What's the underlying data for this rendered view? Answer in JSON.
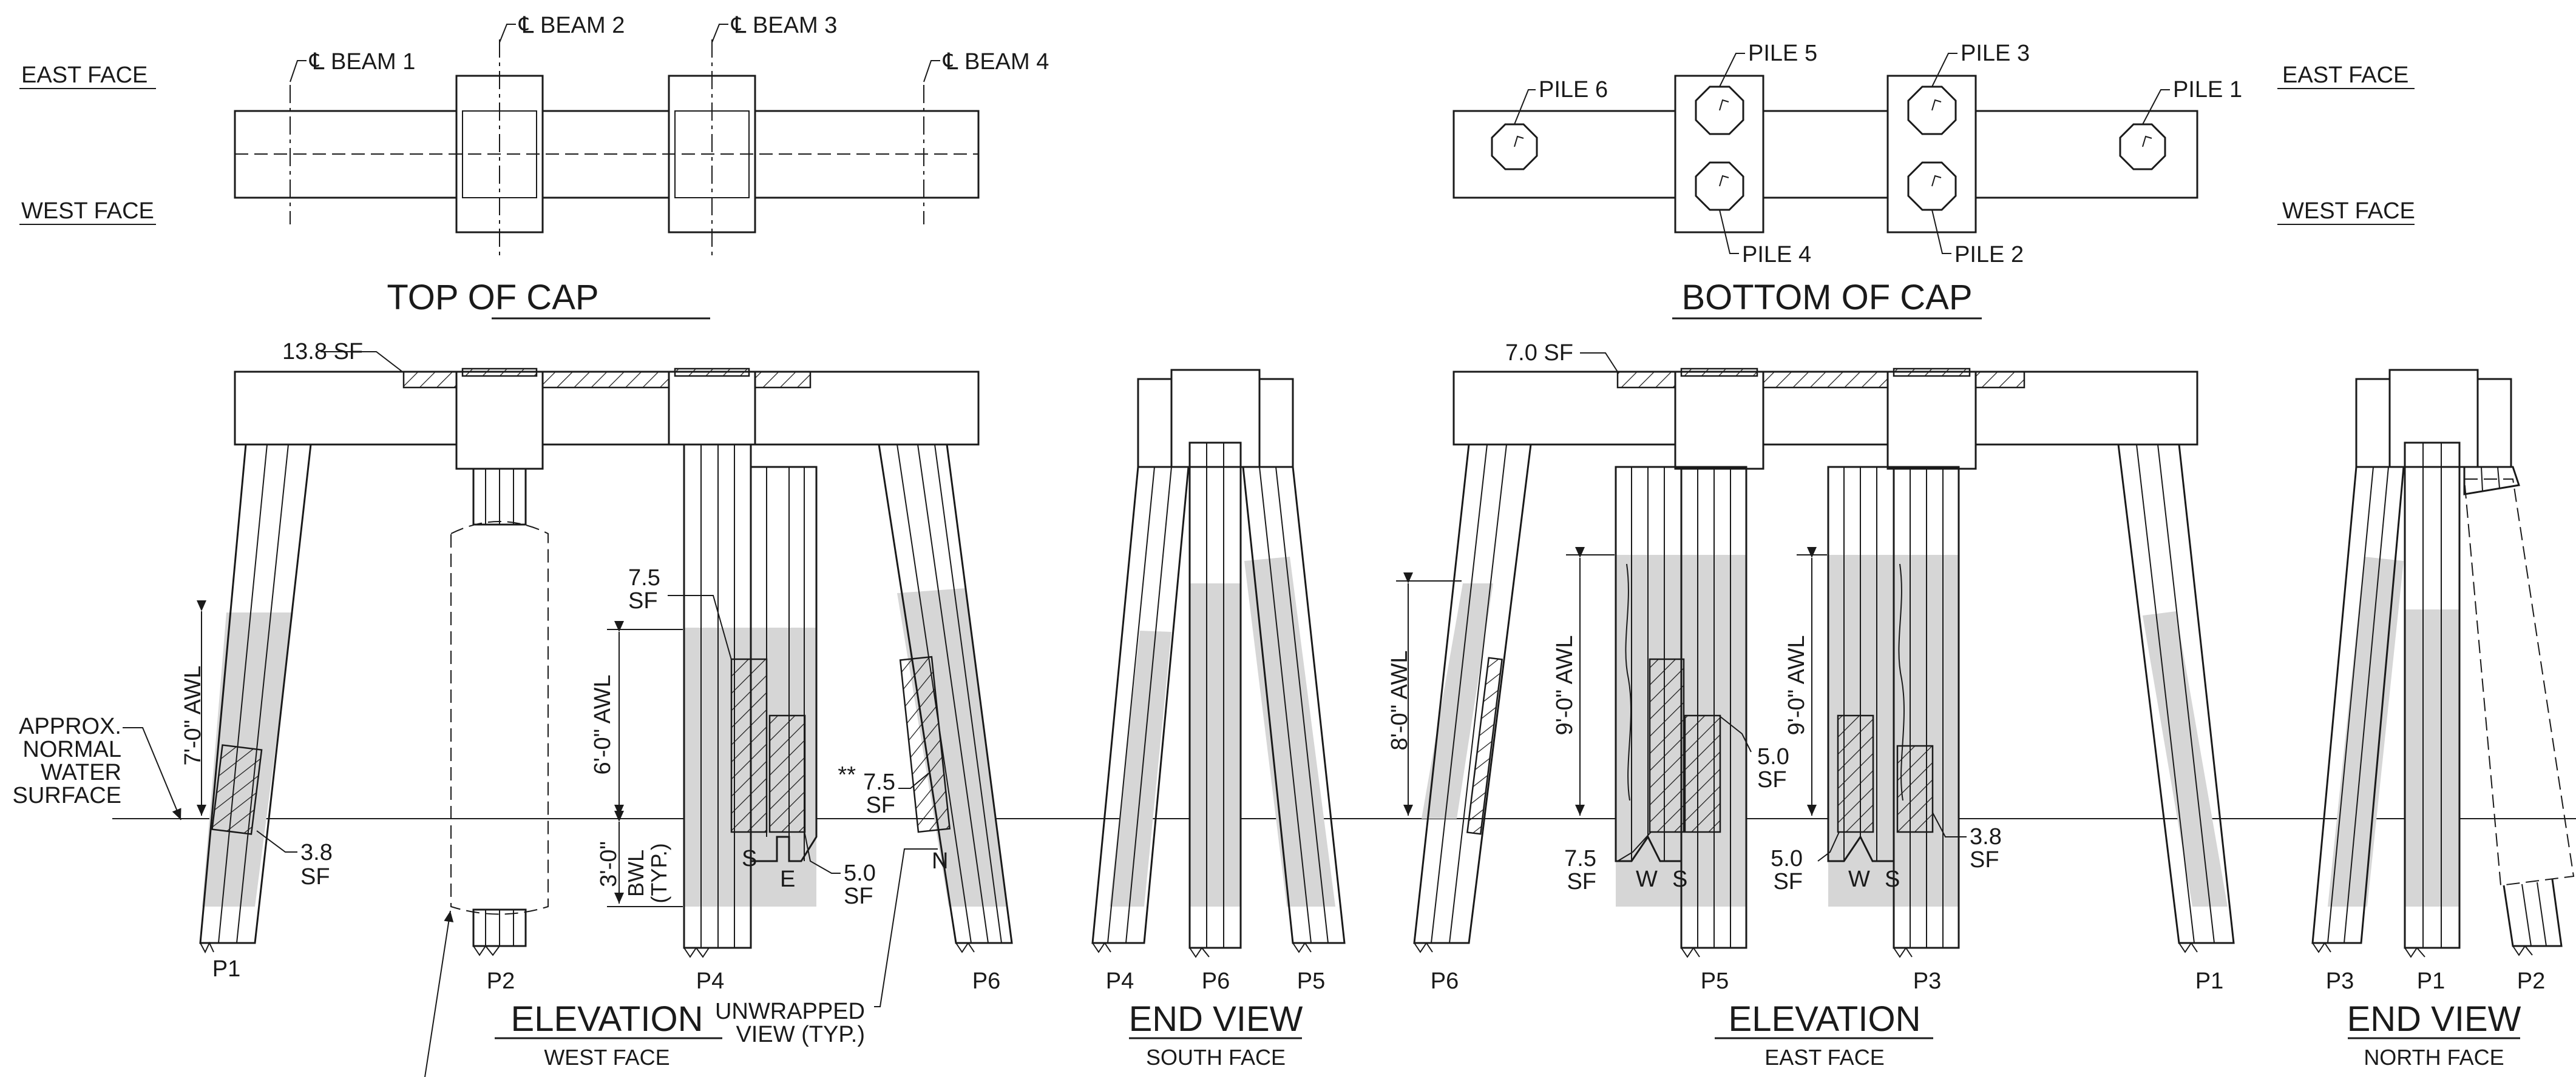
{
  "top": {
    "face_east": "EAST FACE",
    "face_west": "WEST FACE",
    "beam1": "BEAM 1",
    "beam2": "BEAM 2",
    "beam3": "BEAM 3",
    "beam4": "BEAM 4",
    "centerline_symbol": "℄",
    "title": "TOP OF CAP"
  },
  "bottom": {
    "pile1": "PILE 1",
    "pile2": "PILE 2",
    "pile3": "PILE 3",
    "pile4": "PILE 4",
    "pile5": "PILE 5",
    "pile6": "PILE 6",
    "face_east": "EAST FACE",
    "face_west": "WEST FACE",
    "title": "BOTTOM OF CAP"
  },
  "west": {
    "sf_cap": "13.8 SF",
    "water_surface": [
      "APPROX.",
      "NORMAL",
      "WATER",
      "SURFACE"
    ],
    "p1_dim": "7'-0\" AWL",
    "p1_sf": [
      "3.8",
      "SF"
    ],
    "p4_sf_upper": [
      "7.5",
      "SF"
    ],
    "p4_dim_awl": "6'-0\" AWL",
    "p4_dim_bwl": "3'-0\"",
    "bwl": [
      "BWL",
      "(TYP.)"
    ],
    "face_s": "S",
    "face_e": "E",
    "p4_sf_right": [
      "5.0",
      "SF"
    ],
    "p6_sf_mark": "**",
    "p6_sf": [
      "7.5",
      "SF"
    ],
    "face_n": "N",
    "unwrapped": [
      "UNWRAPPED",
      "VIEW (TYP.)"
    ],
    "labels": [
      "P1",
      "P2",
      "P4",
      "P6"
    ],
    "title": "ELEVATION",
    "subtitle": "WEST FACE"
  },
  "south": {
    "labels": [
      "P4",
      "P6",
      "P5"
    ],
    "title": "END VIEW",
    "subtitle": "SOUTH FACE"
  },
  "east": {
    "sf_cap": "7.0 SF",
    "p6_dim": "8'-0\" AWL",
    "p5_dim": "9'-0\" AWL",
    "p3_dim": "9'-0\" AWL",
    "p5_sf_right": [
      "5.0",
      "SF"
    ],
    "p5_sf_left": [
      "7.5",
      "SF"
    ],
    "p3_sf_left": [
      "5.0",
      "SF"
    ],
    "p3_sf_right": [
      "3.8",
      "SF"
    ],
    "face_w1": "W",
    "face_s1": "S",
    "face_w2": "W",
    "face_s2": "S",
    "labels": [
      "P6",
      "P5",
      "P3",
      "P1"
    ],
    "title": "ELEVATION",
    "subtitle": "EAST FACE"
  },
  "north": {
    "labels": [
      "P3",
      "P1",
      "P2"
    ],
    "title": "END VIEW",
    "subtitle": "NORTH FACE"
  }
}
